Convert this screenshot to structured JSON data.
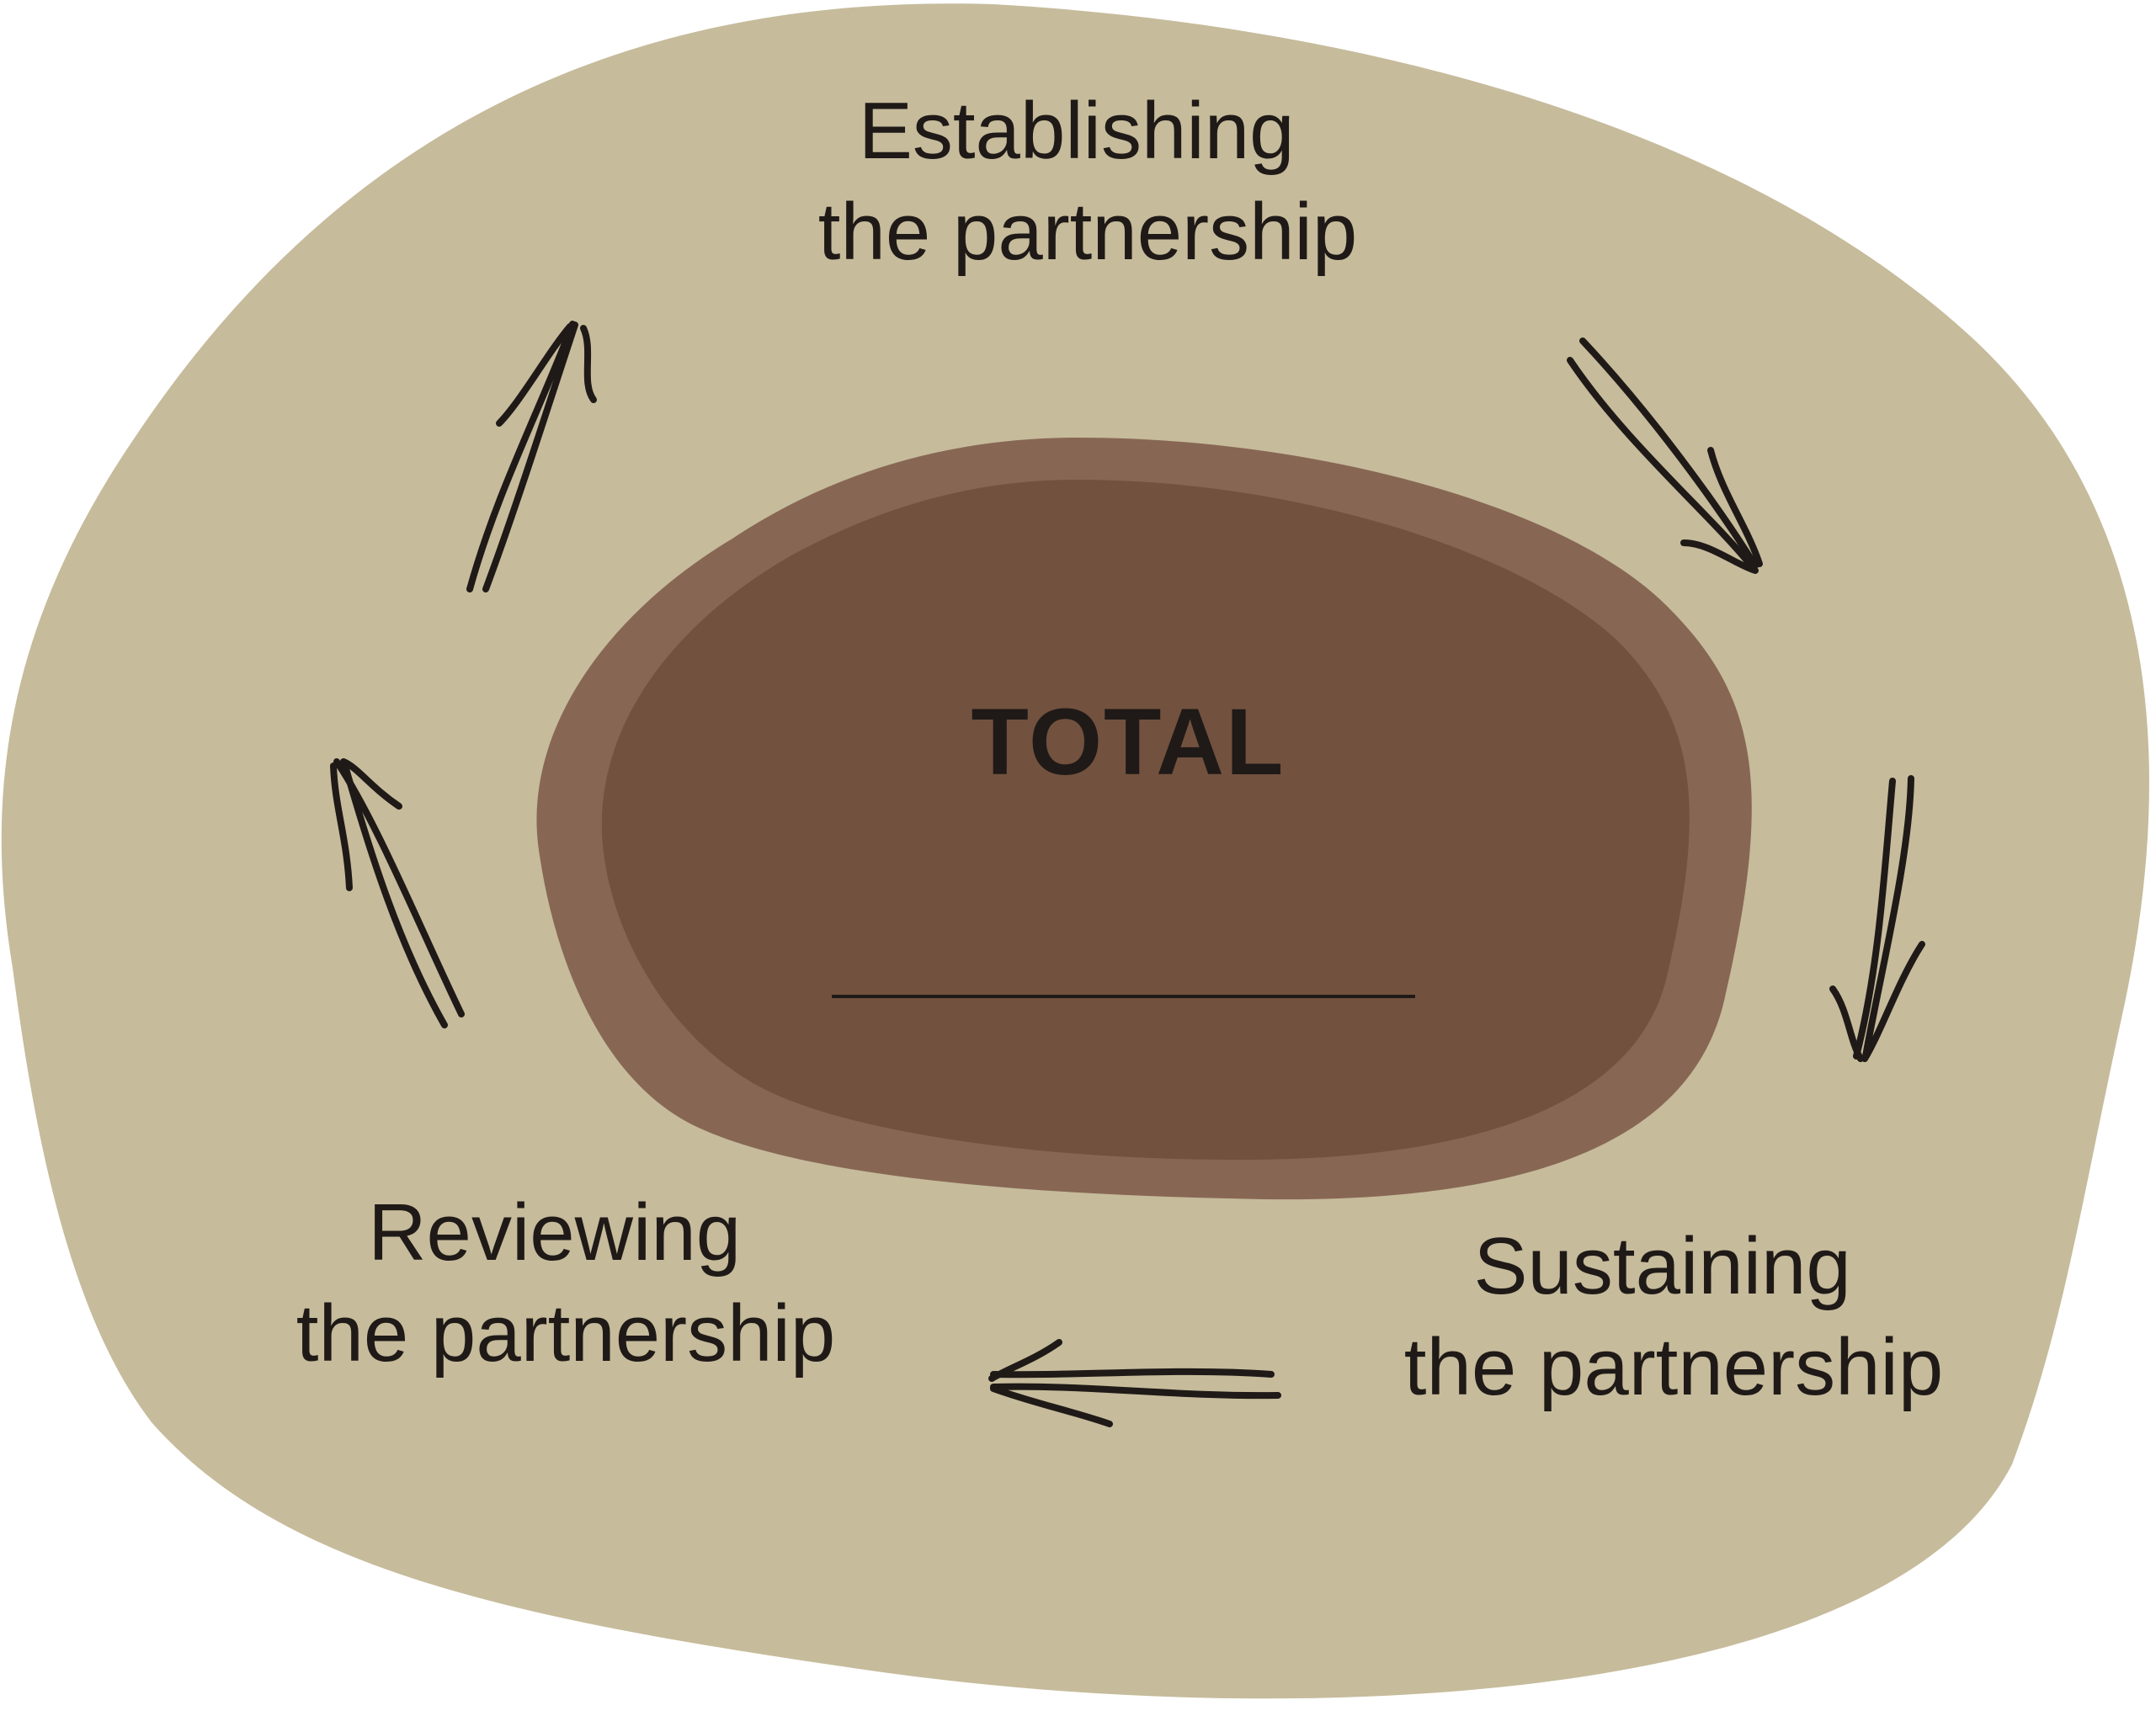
{
  "diagram": {
    "center": {
      "title": "TOTAL"
    },
    "stages": [
      {
        "line1": "Establishing",
        "line2": "the partnership"
      },
      {
        "line1": "Sustaining",
        "line2": "the partnership"
      },
      {
        "line1": "Reviewing",
        "line2": "the partnership"
      }
    ],
    "colors": {
      "outer_blob": "#c6bb9b",
      "ring": "#876754",
      "core": "#72513f",
      "text": "#1f1a17"
    }
  }
}
